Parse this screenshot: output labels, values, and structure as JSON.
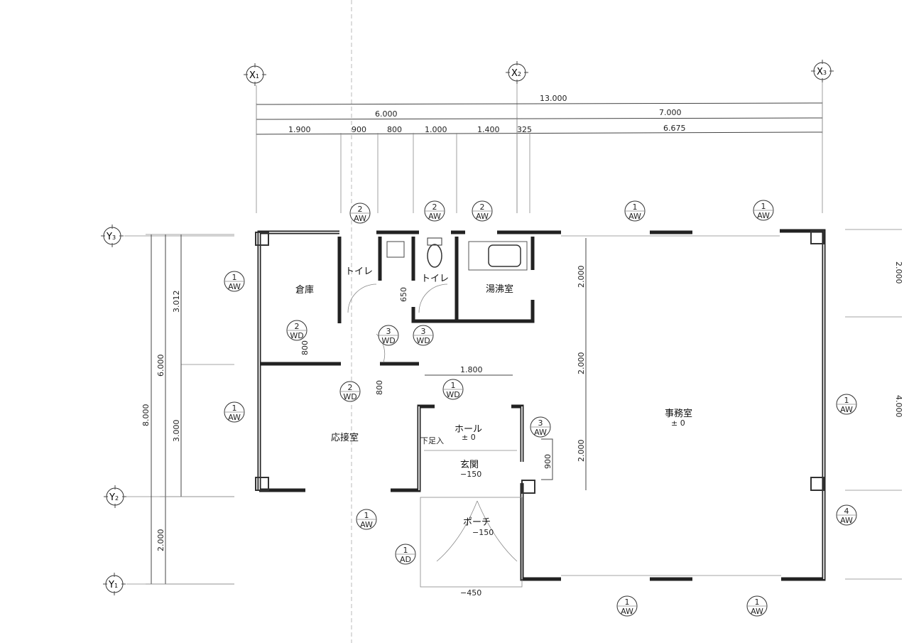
{
  "grid_x": [
    {
      "label": "X",
      "sub": "1"
    },
    {
      "label": "X",
      "sub": "2"
    },
    {
      "label": "X",
      "sub": "3"
    }
  ],
  "grid_y": [
    {
      "label": "Y",
      "sub": "3"
    },
    {
      "label": "Y",
      "sub": "2"
    },
    {
      "label": "Y",
      "sub": "1"
    }
  ],
  "dims_top": {
    "total": "13.000",
    "left": "6.000",
    "right": "7.000",
    "segments": [
      "1.900",
      "900",
      "800",
      "1.000",
      "1.400",
      "325",
      "6.675"
    ]
  },
  "dims_left": {
    "total": "8.000",
    "upper": "6.000",
    "lower": "2.000",
    "a": "3.012",
    "b": "3.000"
  },
  "dims_right": {
    "a": "2.000",
    "b": "4.000"
  },
  "dims_inner": {
    "office1": "2.000",
    "office2": "2.000",
    "office3": "2.000",
    "toilet": "650",
    "storage_door": "800",
    "hall_door": "800",
    "hall_width": "1.800",
    "entrance": "900"
  },
  "rooms": {
    "storage": "倉庫",
    "toilet1": "トイレ",
    "toilet2": "トイレ",
    "kitchenette": "湯沸室",
    "reception": "応接室",
    "hall": "ホール",
    "hall_level": "± 0",
    "shoe": "下足入",
    "entry": "玄関",
    "entry_level": "−150",
    "porch": "ポーチ",
    "porch_level": "−150",
    "office": "事務室",
    "office_level": "± 0",
    "ground_level": "−450"
  },
  "tags": [
    {
      "num": "2",
      "code": "AW"
    },
    {
      "num": "2",
      "code": "AW"
    },
    {
      "num": "2",
      "code": "AW"
    },
    {
      "num": "1",
      "code": "AW"
    },
    {
      "num": "1",
      "code": "AW"
    },
    {
      "num": "1",
      "code": "AW"
    },
    {
      "num": "2",
      "code": "WD"
    },
    {
      "num": "3",
      "code": "WD"
    },
    {
      "num": "3",
      "code": "WD"
    },
    {
      "num": "1",
      "code": "AW"
    },
    {
      "num": "2",
      "code": "WD"
    },
    {
      "num": "1",
      "code": "WD"
    },
    {
      "num": "3",
      "code": "AW"
    },
    {
      "num": "1",
      "code": "AW"
    },
    {
      "num": "4",
      "code": "AW"
    },
    {
      "num": "1",
      "code": "AW"
    },
    {
      "num": "1",
      "code": "AD"
    },
    {
      "num": "1",
      "code": "AW"
    },
    {
      "num": "1",
      "code": "AW"
    }
  ]
}
